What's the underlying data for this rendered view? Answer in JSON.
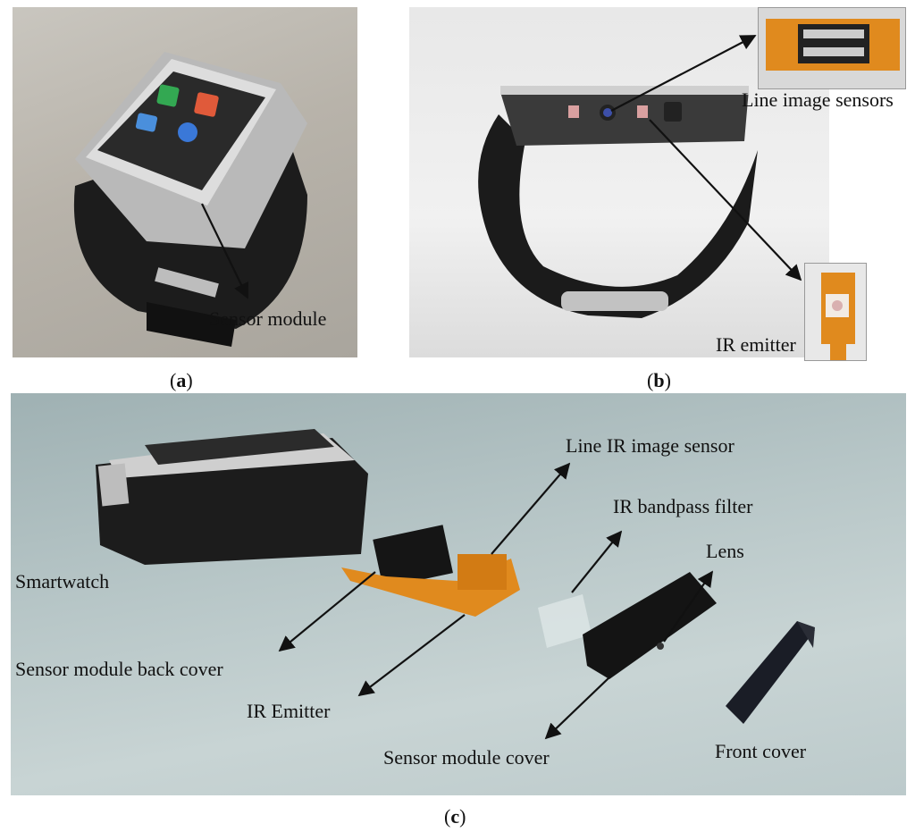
{
  "panels": {
    "a": {
      "caption_open": "(",
      "caption_letter": "a",
      "caption_close": ")",
      "labels": {
        "sensor_module": "Sensor module"
      }
    },
    "b": {
      "caption_open": "(",
      "caption_letter": "b",
      "caption_close": ")",
      "labels": {
        "line_image_sensors": "Line image sensors",
        "ir_emitter": "IR emitter"
      }
    },
    "c": {
      "caption_open": "(",
      "caption_letter": "c",
      "caption_close": ")",
      "labels": {
        "line_ir_image_sensor": "Line IR image sensor",
        "ir_bandpass_filter": "IR bandpass filter",
        "lens": "Lens",
        "smartwatch": "Smartwatch",
        "sensor_module_back_cover": "Sensor module back cover",
        "ir_emitter": "IR Emitter",
        "sensor_module_cover": "Sensor module cover",
        "front_cover": "Front cover"
      }
    }
  },
  "colors": {
    "pcb_orange": "#e08a1e",
    "watch_black": "#1c1c1c",
    "chrome": "#c9c9c9",
    "screen": "#2a2a2a"
  }
}
